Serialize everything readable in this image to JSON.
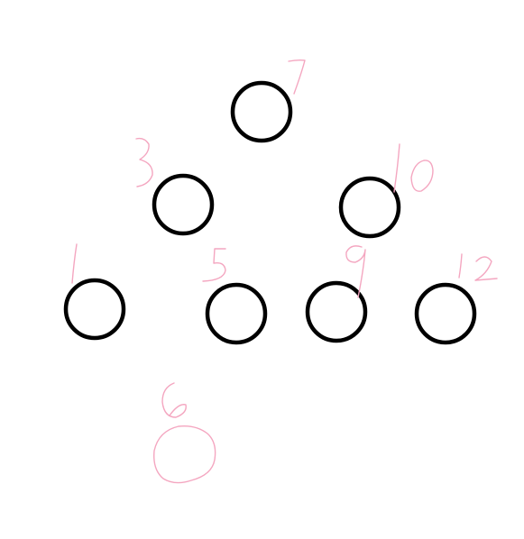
{
  "colors": {
    "background": "#ffffff",
    "node_stroke": "#000000",
    "annotation": "#f4a6c0"
  },
  "nodes": [
    {
      "id": "n1",
      "label": "7"
    },
    {
      "id": "n2",
      "label": "3"
    },
    {
      "id": "n3",
      "label": "10"
    },
    {
      "id": "n4",
      "label": "1"
    },
    {
      "id": "n5",
      "label": "5"
    },
    {
      "id": "n6",
      "label": "9"
    },
    {
      "id": "n7",
      "label": "12"
    },
    {
      "id": "n8",
      "label": "6"
    }
  ]
}
